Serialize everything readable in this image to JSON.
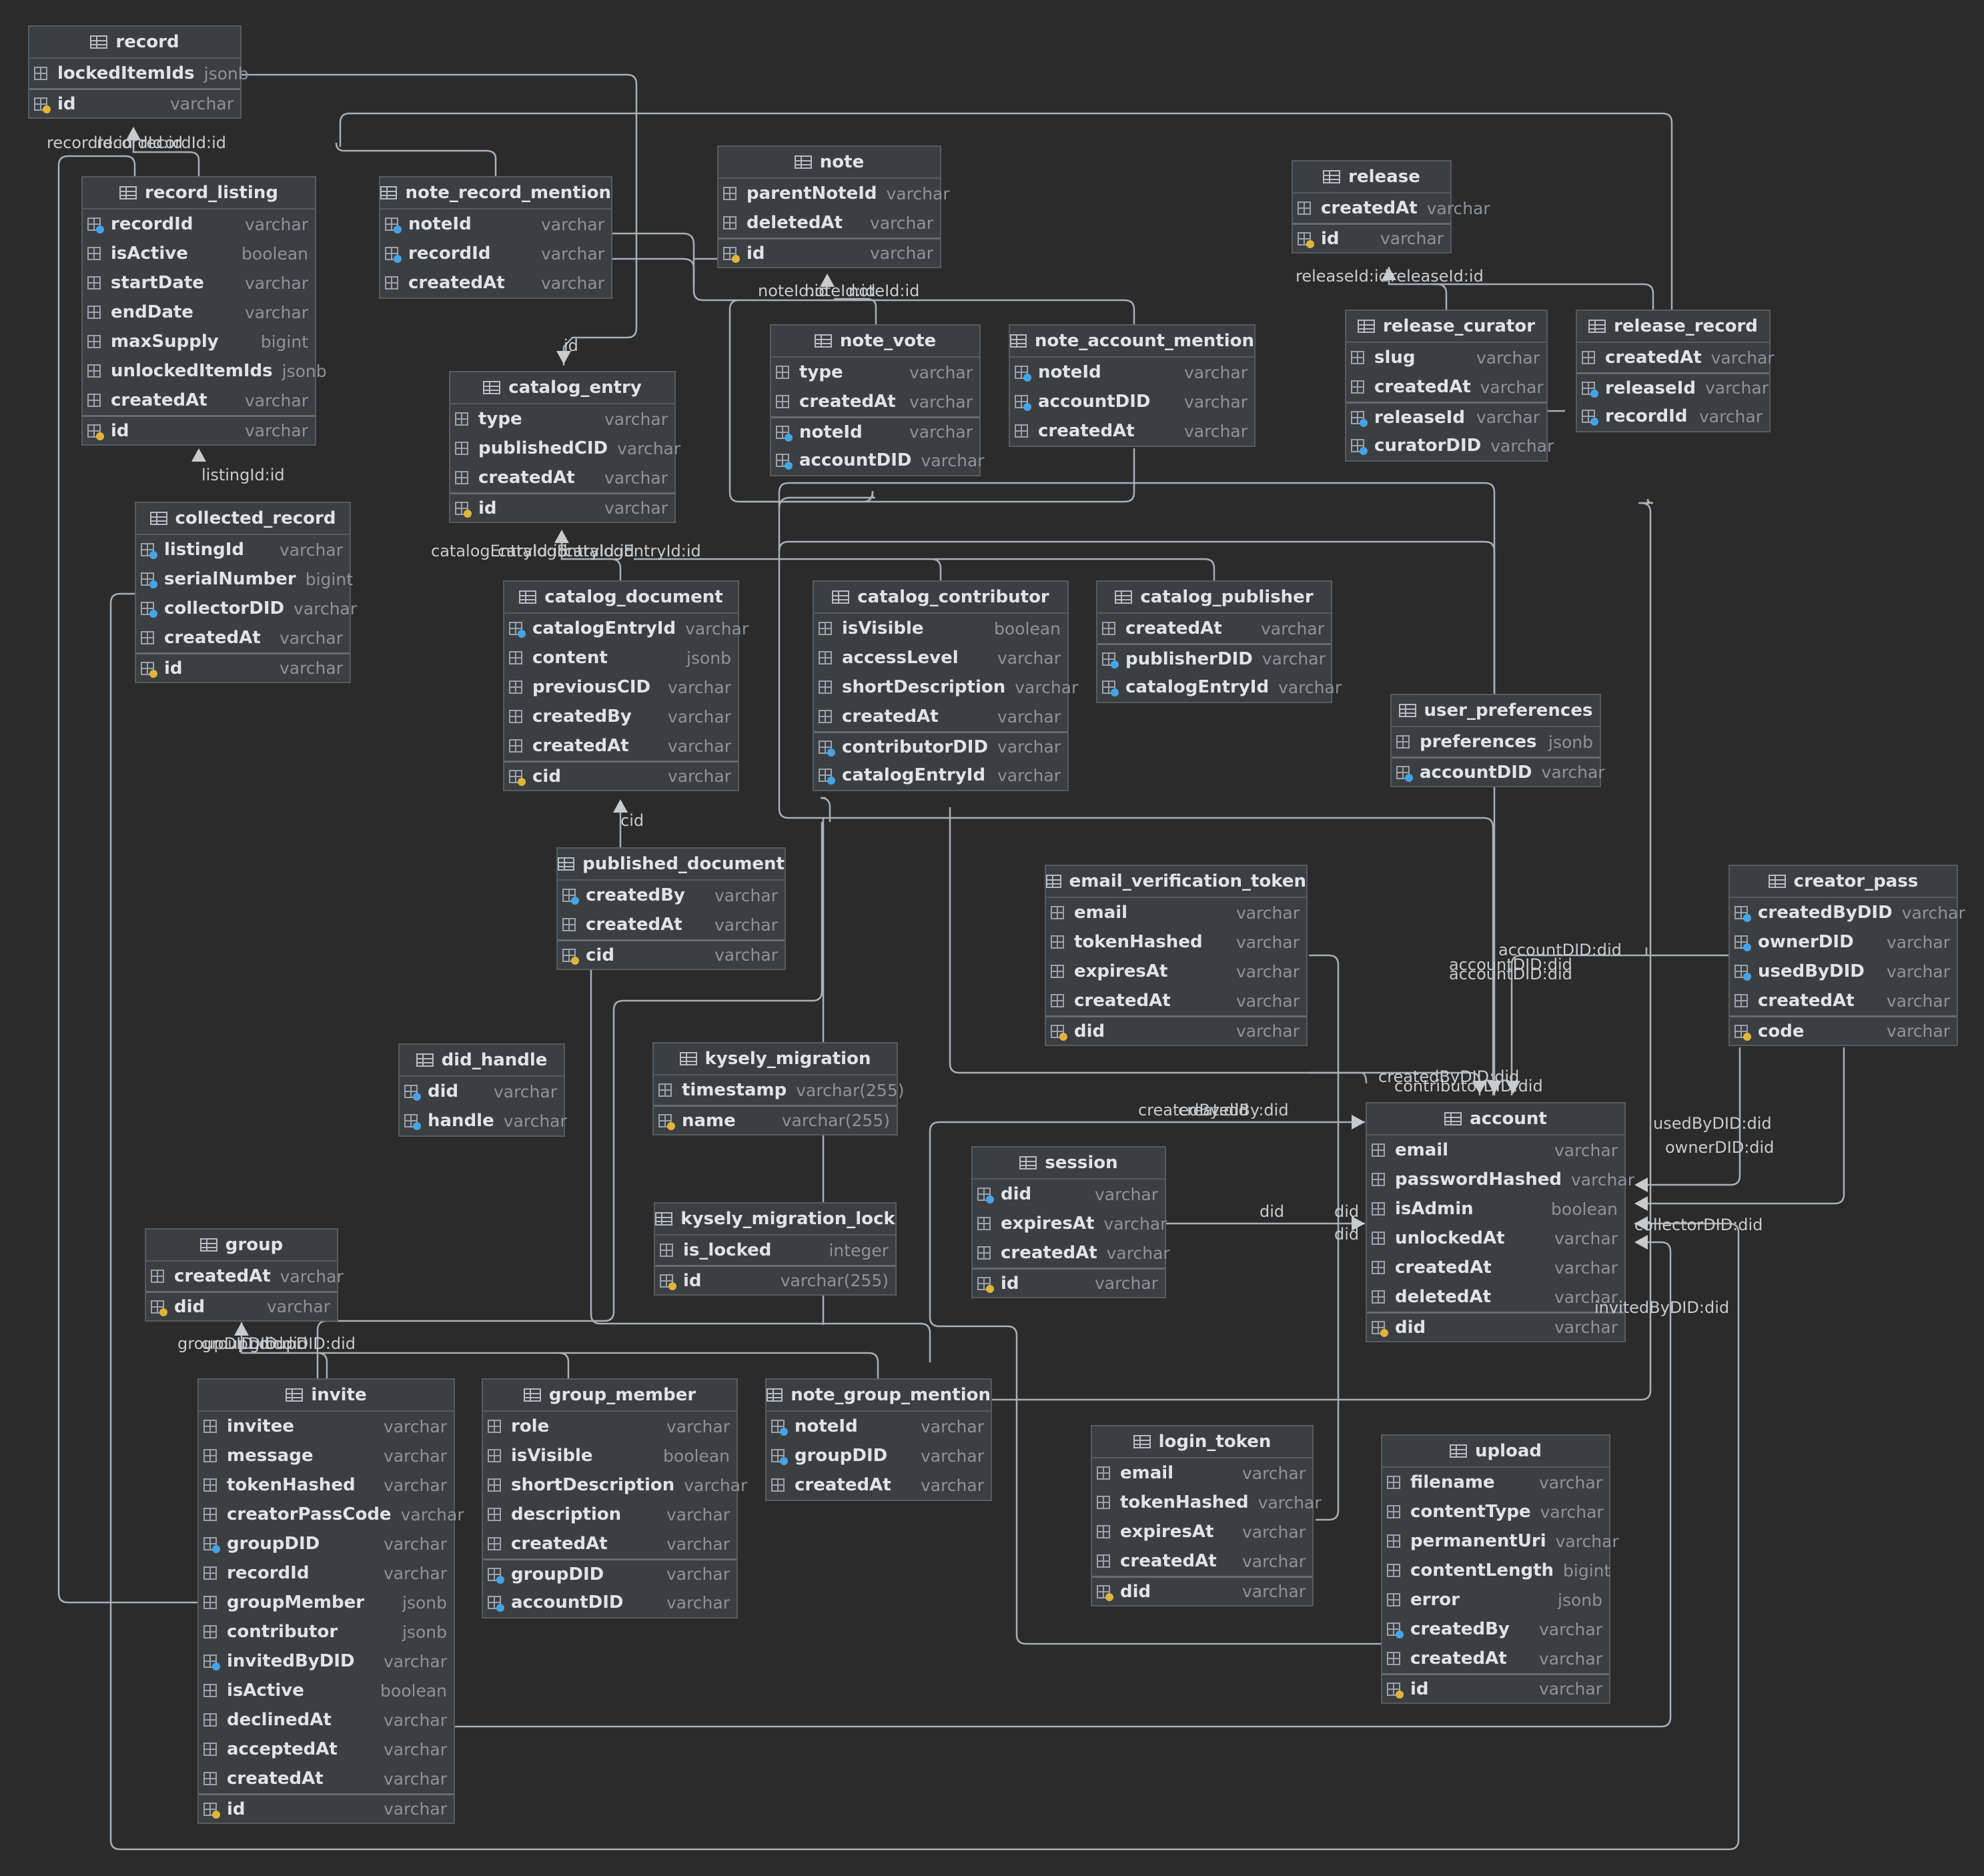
{
  "tables": [
    {
      "id": "record",
      "name": "record",
      "columns": [
        {
          "name": "lockedItemIds",
          "type": "jsonb",
          "key": ""
        },
        {
          "name": "id",
          "type": "varchar",
          "key": "pk",
          "sep": true
        }
      ]
    },
    {
      "id": "record_listing",
      "name": "record_listing",
      "columns": [
        {
          "name": "recordId",
          "type": "varchar",
          "key": "fk"
        },
        {
          "name": "isActive",
          "type": "boolean",
          "key": ""
        },
        {
          "name": "startDate",
          "type": "varchar",
          "key": ""
        },
        {
          "name": "endDate",
          "type": "varchar",
          "key": ""
        },
        {
          "name": "maxSupply",
          "type": "bigint",
          "key": ""
        },
        {
          "name": "unlockedItemIds",
          "type": "jsonb",
          "key": ""
        },
        {
          "name": "createdAt",
          "type": "varchar",
          "key": ""
        },
        {
          "name": "id",
          "type": "varchar",
          "key": "pk",
          "sep": true
        }
      ]
    },
    {
      "id": "note_record_mention",
      "name": "note_record_mention",
      "columns": [
        {
          "name": "noteId",
          "type": "varchar",
          "key": "fk"
        },
        {
          "name": "recordId",
          "type": "varchar",
          "key": "fk"
        },
        {
          "name": "createdAt",
          "type": "varchar",
          "key": ""
        }
      ]
    },
    {
      "id": "note",
      "name": "note",
      "columns": [
        {
          "name": "parentNoteId",
          "type": "varchar",
          "key": ""
        },
        {
          "name": "deletedAt",
          "type": "varchar",
          "key": ""
        },
        {
          "name": "id",
          "type": "varchar",
          "key": "pk",
          "sep": true
        }
      ]
    },
    {
      "id": "release",
      "name": "release",
      "columns": [
        {
          "name": "createdAt",
          "type": "varchar",
          "key": ""
        },
        {
          "name": "id",
          "type": "varchar",
          "key": "pk",
          "sep": true
        }
      ]
    },
    {
      "id": "release_curator",
      "name": "release_curator",
      "columns": [
        {
          "name": "slug",
          "type": "varchar",
          "key": ""
        },
        {
          "name": "createdAt",
          "type": "varchar",
          "key": ""
        },
        {
          "name": "releaseId",
          "type": "varchar",
          "key": "fk",
          "sep": true
        },
        {
          "name": "curatorDID",
          "type": "varchar",
          "key": "fk"
        }
      ]
    },
    {
      "id": "release_record",
      "name": "release_record",
      "columns": [
        {
          "name": "createdAt",
          "type": "varchar",
          "key": ""
        },
        {
          "name": "releaseId",
          "type": "varchar",
          "key": "fk",
          "sep": true
        },
        {
          "name": "recordId",
          "type": "varchar",
          "key": "fk"
        }
      ]
    },
    {
      "id": "note_vote",
      "name": "note_vote",
      "columns": [
        {
          "name": "type",
          "type": "varchar",
          "key": ""
        },
        {
          "name": "createdAt",
          "type": "varchar",
          "key": ""
        },
        {
          "name": "noteId",
          "type": "varchar",
          "key": "fk",
          "sep": true
        },
        {
          "name": "accountDID",
          "type": "varchar",
          "key": "fk"
        }
      ]
    },
    {
      "id": "note_account_mention",
      "name": "note_account_mention",
      "columns": [
        {
          "name": "noteId",
          "type": "varchar",
          "key": "fk"
        },
        {
          "name": "accountDID",
          "type": "varchar",
          "key": "fk"
        },
        {
          "name": "createdAt",
          "type": "varchar",
          "key": ""
        }
      ]
    },
    {
      "id": "catalog_entry",
      "name": "catalog_entry",
      "columns": [
        {
          "name": "type",
          "type": "varchar",
          "key": ""
        },
        {
          "name": "publishedCID",
          "type": "varchar",
          "key": ""
        },
        {
          "name": "createdAt",
          "type": "varchar",
          "key": ""
        },
        {
          "name": "id",
          "type": "varchar",
          "key": "pk",
          "sep": true
        }
      ]
    },
    {
      "id": "collected_record",
      "name": "collected_record",
      "columns": [
        {
          "name": "listingId",
          "type": "varchar",
          "key": "fk"
        },
        {
          "name": "serialNumber",
          "type": "bigint",
          "key": "fk"
        },
        {
          "name": "collectorDID",
          "type": "varchar",
          "key": "fk"
        },
        {
          "name": "createdAt",
          "type": "varchar",
          "key": ""
        },
        {
          "name": "id",
          "type": "varchar",
          "key": "pk",
          "sep": true
        }
      ]
    },
    {
      "id": "catalog_document",
      "name": "catalog_document",
      "columns": [
        {
          "name": "catalogEntryId",
          "type": "varchar",
          "key": "fk"
        },
        {
          "name": "content",
          "type": "jsonb",
          "key": ""
        },
        {
          "name": "previousCID",
          "type": "varchar",
          "key": ""
        },
        {
          "name": "createdBy",
          "type": "varchar",
          "key": ""
        },
        {
          "name": "createdAt",
          "type": "varchar",
          "key": ""
        },
        {
          "name": "cid",
          "type": "varchar",
          "key": "pk",
          "sep": true
        }
      ]
    },
    {
      "id": "catalog_contributor",
      "name": "catalog_contributor",
      "columns": [
        {
          "name": "isVisible",
          "type": "boolean",
          "key": ""
        },
        {
          "name": "accessLevel",
          "type": "varchar",
          "key": ""
        },
        {
          "name": "shortDescription",
          "type": "varchar",
          "key": ""
        },
        {
          "name": "createdAt",
          "type": "varchar",
          "key": ""
        },
        {
          "name": "contributorDID",
          "type": "varchar",
          "key": "fk",
          "sep": true
        },
        {
          "name": "catalogEntryId",
          "type": "varchar",
          "key": "fk"
        }
      ]
    },
    {
      "id": "catalog_publisher",
      "name": "catalog_publisher",
      "columns": [
        {
          "name": "createdAt",
          "type": "varchar",
          "key": ""
        },
        {
          "name": "publisherDID",
          "type": "varchar",
          "key": "fk",
          "sep": true
        },
        {
          "name": "catalogEntryId",
          "type": "varchar",
          "key": "fk"
        }
      ]
    },
    {
      "id": "user_preferences",
      "name": "user_preferences",
      "columns": [
        {
          "name": "preferences",
          "type": "jsonb",
          "key": ""
        },
        {
          "name": "accountDID",
          "type": "varchar",
          "key": "fk",
          "sep": true
        }
      ]
    },
    {
      "id": "published_document",
      "name": "published_document",
      "columns": [
        {
          "name": "createdBy",
          "type": "varchar",
          "key": "fk"
        },
        {
          "name": "createdAt",
          "type": "varchar",
          "key": ""
        },
        {
          "name": "cid",
          "type": "varchar",
          "key": "pk",
          "sep": true
        }
      ]
    },
    {
      "id": "email_verification_token",
      "name": "email_verification_token",
      "columns": [
        {
          "name": "email",
          "type": "varchar",
          "key": ""
        },
        {
          "name": "tokenHashed",
          "type": "varchar",
          "key": ""
        },
        {
          "name": "expiresAt",
          "type": "varchar",
          "key": ""
        },
        {
          "name": "createdAt",
          "type": "varchar",
          "key": ""
        },
        {
          "name": "did",
          "type": "varchar",
          "key": "pk",
          "sep": true
        }
      ]
    },
    {
      "id": "creator_pass",
      "name": "creator_pass",
      "columns": [
        {
          "name": "createdByDID",
          "type": "varchar",
          "key": "fk"
        },
        {
          "name": "ownerDID",
          "type": "varchar",
          "key": "fk"
        },
        {
          "name": "usedByDID",
          "type": "varchar",
          "key": "fk"
        },
        {
          "name": "createdAt",
          "type": "varchar",
          "key": ""
        },
        {
          "name": "code",
          "type": "varchar",
          "key": "pk",
          "sep": true
        }
      ]
    },
    {
      "id": "did_handle",
      "name": "did_handle",
      "columns": [
        {
          "name": "did",
          "type": "varchar",
          "key": "fk"
        },
        {
          "name": "handle",
          "type": "varchar",
          "key": "fk"
        }
      ]
    },
    {
      "id": "kysely_migration",
      "name": "kysely_migration",
      "columns": [
        {
          "name": "timestamp",
          "type": "varchar(255)",
          "key": ""
        },
        {
          "name": "name",
          "type": "varchar(255)",
          "key": "pk",
          "sep": true
        }
      ]
    },
    {
      "id": "account",
      "name": "account",
      "columns": [
        {
          "name": "email",
          "type": "varchar",
          "key": ""
        },
        {
          "name": "passwordHashed",
          "type": "varchar",
          "key": ""
        },
        {
          "name": "isAdmin",
          "type": "boolean",
          "key": ""
        },
        {
          "name": "unlockedAt",
          "type": "varchar",
          "key": ""
        },
        {
          "name": "createdAt",
          "type": "varchar",
          "key": ""
        },
        {
          "name": "deletedAt",
          "type": "varchar",
          "key": ""
        },
        {
          "name": "did",
          "type": "varchar",
          "key": "pk",
          "sep": true
        }
      ]
    },
    {
      "id": "session",
      "name": "session",
      "columns": [
        {
          "name": "did",
          "type": "varchar",
          "key": "fk"
        },
        {
          "name": "expiresAt",
          "type": "varchar",
          "key": ""
        },
        {
          "name": "createdAt",
          "type": "varchar",
          "key": ""
        },
        {
          "name": "id",
          "type": "varchar",
          "key": "pk",
          "sep": true
        }
      ]
    },
    {
      "id": "kysely_migration_lock",
      "name": "kysely_migration_lock",
      "columns": [
        {
          "name": "is_locked",
          "type": "integer",
          "key": ""
        },
        {
          "name": "id",
          "type": "varchar(255)",
          "key": "pk",
          "sep": true
        }
      ]
    },
    {
      "id": "group",
      "name": "group",
      "columns": [
        {
          "name": "createdAt",
          "type": "varchar",
          "key": ""
        },
        {
          "name": "did",
          "type": "varchar",
          "key": "pk",
          "sep": true
        }
      ]
    },
    {
      "id": "invite",
      "name": "invite",
      "columns": [
        {
          "name": "invitee",
          "type": "varchar",
          "key": ""
        },
        {
          "name": "message",
          "type": "varchar",
          "key": ""
        },
        {
          "name": "tokenHashed",
          "type": "varchar",
          "key": ""
        },
        {
          "name": "creatorPassCode",
          "type": "varchar",
          "key": ""
        },
        {
          "name": "groupDID",
          "type": "varchar",
          "key": "fk"
        },
        {
          "name": "recordId",
          "type": "varchar",
          "key": ""
        },
        {
          "name": "groupMember",
          "type": "jsonb",
          "key": ""
        },
        {
          "name": "contributor",
          "type": "jsonb",
          "key": ""
        },
        {
          "name": "invitedByDID",
          "type": "varchar",
          "key": "fk"
        },
        {
          "name": "isActive",
          "type": "boolean",
          "key": ""
        },
        {
          "name": "declinedAt",
          "type": "varchar",
          "key": ""
        },
        {
          "name": "acceptedAt",
          "type": "varchar",
          "key": ""
        },
        {
          "name": "createdAt",
          "type": "varchar",
          "key": ""
        },
        {
          "name": "id",
          "type": "varchar",
          "key": "pk",
          "sep": true
        }
      ]
    },
    {
      "id": "group_member",
      "name": "group_member",
      "columns": [
        {
          "name": "role",
          "type": "varchar",
          "key": ""
        },
        {
          "name": "isVisible",
          "type": "boolean",
          "key": ""
        },
        {
          "name": "shortDescription",
          "type": "varchar",
          "key": ""
        },
        {
          "name": "description",
          "type": "varchar",
          "key": ""
        },
        {
          "name": "createdAt",
          "type": "varchar",
          "key": ""
        },
        {
          "name": "groupDID",
          "type": "varchar",
          "key": "fk",
          "sep": true
        },
        {
          "name": "accountDID",
          "type": "varchar",
          "key": "fk"
        }
      ]
    },
    {
      "id": "note_group_mention",
      "name": "note_group_mention",
      "columns": [
        {
          "name": "noteId",
          "type": "varchar",
          "key": "fk"
        },
        {
          "name": "groupDID",
          "type": "varchar",
          "key": "fk"
        },
        {
          "name": "createdAt",
          "type": "varchar",
          "key": ""
        }
      ]
    },
    {
      "id": "login_token",
      "name": "login_token",
      "columns": [
        {
          "name": "email",
          "type": "varchar",
          "key": ""
        },
        {
          "name": "tokenHashed",
          "type": "varchar",
          "key": ""
        },
        {
          "name": "expiresAt",
          "type": "varchar",
          "key": ""
        },
        {
          "name": "createdAt",
          "type": "varchar",
          "key": ""
        },
        {
          "name": "did",
          "type": "varchar",
          "key": "pk",
          "sep": true
        }
      ]
    },
    {
      "id": "upload",
      "name": "upload",
      "columns": [
        {
          "name": "filename",
          "type": "varchar",
          "key": ""
        },
        {
          "name": "contentType",
          "type": "varchar",
          "key": ""
        },
        {
          "name": "permanentUri",
          "type": "varchar",
          "key": ""
        },
        {
          "name": "contentLength",
          "type": "bigint",
          "key": ""
        },
        {
          "name": "error",
          "type": "jsonb",
          "key": ""
        },
        {
          "name": "createdBy",
          "type": "varchar",
          "key": "fk"
        },
        {
          "name": "createdAt",
          "type": "varchar",
          "key": ""
        },
        {
          "name": "id",
          "type": "varchar",
          "key": "pk",
          "sep": true
        }
      ]
    }
  ],
  "edge_labels": [
    "recordId:id",
    "recordId:id",
    "recordId:id",
    "listingId:id",
    "id",
    "noteId:id",
    "noteId:id",
    "noteId:id",
    "releaseId:id",
    "releaseId:id",
    "catalogEntryId:id",
    "catalogEntryId:id",
    "catalogEntryId:id",
    "cid",
    "accountDID:did",
    "accountDID:did",
    "accountDID:did",
    "createdByDID:did",
    "contributorDID:did",
    "createdBy:did",
    "createdBy:did",
    "usedByDID:did",
    "ownerDID:did",
    "collectorDID:did",
    "did",
    "did",
    "did",
    "invitedByDID:did",
    "groupDID:did",
    "groupDID:did",
    "groupDID:did"
  ],
  "colors": {
    "background": "#2b2b2b",
    "table": "#3c3f41",
    "border": "#585b5e",
    "edge": "#a9b0b6",
    "fk": "#45a4e6",
    "pk": "#e0b43a"
  }
}
